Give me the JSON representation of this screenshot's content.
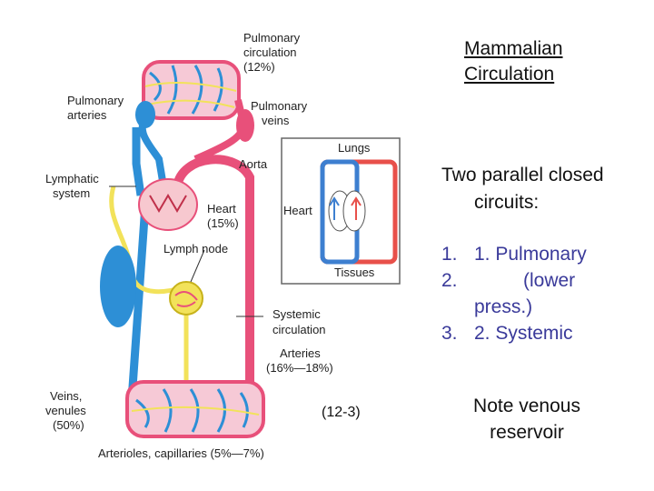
{
  "title_lines": [
    "Mammalian",
    "Circulation"
  ],
  "circuits": {
    "line1": "Two parallel closed",
    "line2": "circuits:"
  },
  "list": [
    {
      "num": "1.",
      "text": "1. Pulmonary"
    },
    {
      "num": "2.",
      "text": "(lower"
    },
    {
      "num": "",
      "text": "press.)"
    },
    {
      "num": "3.",
      "text": "2. Systemic"
    }
  ],
  "note_lines": [
    "Note venous",
    "reservoir"
  ],
  "figure_ref": "(12-3)",
  "diagram": {
    "pulmonary_circulation": [
      "Pulmonary",
      "circulation",
      "(12%)"
    ],
    "pulmonary_arteries": [
      "Pulmonary",
      "arteries"
    ],
    "pulmonary_veins": [
      "Pulmonary",
      "veins"
    ],
    "aorta": "Aorta",
    "lymphatic_system": [
      "Lymphatic",
      "system"
    ],
    "heart": [
      "Heart",
      "(15%)"
    ],
    "lymph_node": "Lymph node",
    "systemic_circulation": [
      "Systemic",
      "circulation"
    ],
    "arteries": [
      "Arteries",
      "(16%—18%)"
    ],
    "veins_venules": [
      "Veins,",
      "venules",
      "(50%)"
    ],
    "arterioles_capillaries": "Arterioles, capillaries (5%—7%)",
    "inset": {
      "lungs": "Lungs",
      "heart": "Heart",
      "tissues": "Tissues"
    }
  },
  "colors": {
    "artery": "#e8507a",
    "vein": "#2d8fd6",
    "lymph": "#f2e25a",
    "inset_red": "#e8504a",
    "inset_blue": "#3d7fd0"
  }
}
